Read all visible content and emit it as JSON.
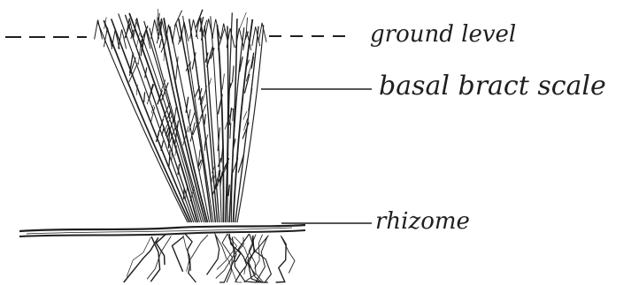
{
  "labels": {
    "ground_level": "ground level",
    "basal_bract_scale": "basal bract scale",
    "rhizome": "rhizome"
  },
  "colors": {
    "ink": "#1f1f1f",
    "background": "#ffffff"
  }
}
